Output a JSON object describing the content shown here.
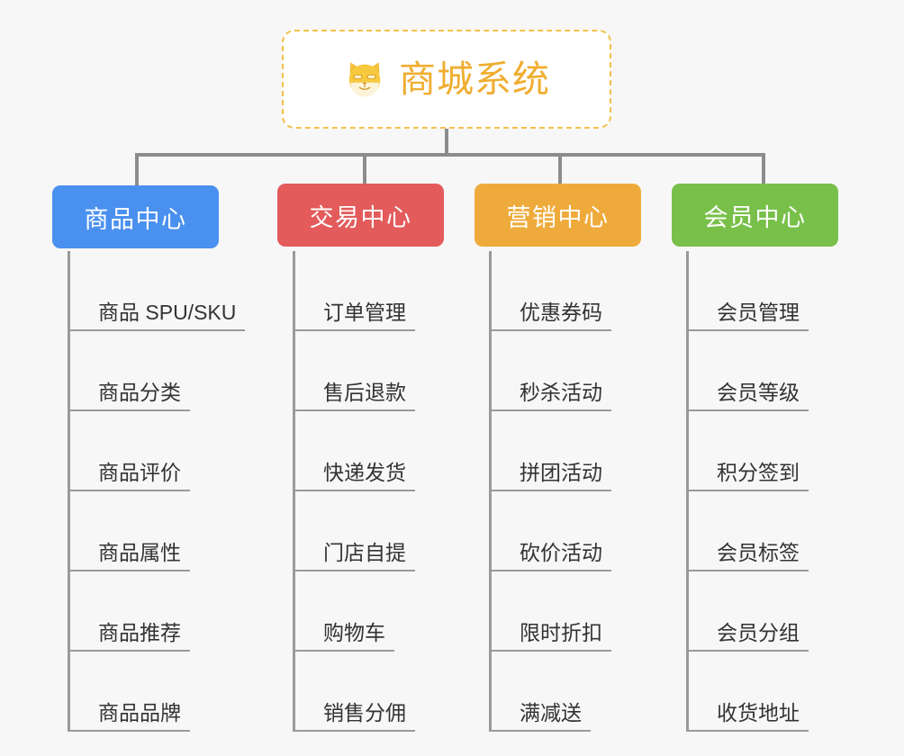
{
  "background_color": "#f7f7f7",
  "root": {
    "title": "商城系统",
    "icon": "shiba-inu-icon",
    "text_color": "#f0ad30",
    "border_color": "#f2c14a",
    "background": "#ffffff"
  },
  "connector_color": "#8c8c8c",
  "columns": [
    {
      "title": "商品中心",
      "color": "#4a90ef",
      "items": [
        "商品 SPU/SKU",
        "商品分类",
        "商品评价",
        "商品属性",
        "商品推荐",
        "商品品牌"
      ]
    },
    {
      "title": "交易中心",
      "color": "#e35b5b",
      "items": [
        "订单管理",
        "售后退款",
        "快递发货",
        "门店自提",
        "购物车",
        "销售分佣"
      ]
    },
    {
      "title": "营销中心",
      "color": "#eeab3c",
      "items": [
        "优惠券码",
        "秒杀活动",
        "拼团活动",
        "砍价活动",
        "限时折扣",
        "满减送"
      ]
    },
    {
      "title": "会员中心",
      "color": "#79c04a",
      "items": [
        "会员管理",
        "会员等级",
        "积分签到",
        "会员标签",
        "会员分组",
        "收货地址"
      ]
    }
  ]
}
